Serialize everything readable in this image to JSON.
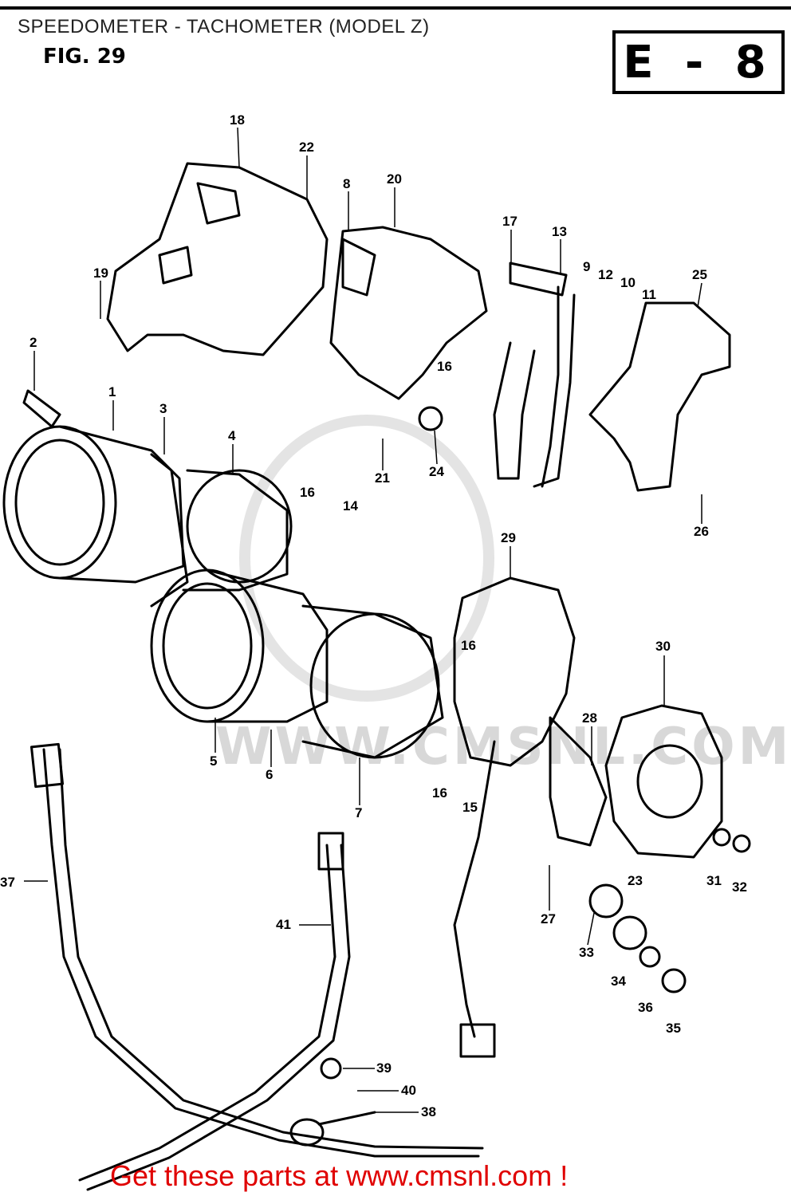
{
  "header": {
    "title": "SPEEDOMETER - TACHOMETER (MODEL Z)",
    "fig_label": "FIG. 29",
    "section_code": "E - 8"
  },
  "watermark": "WWW.CMSNL.COM",
  "footer": {
    "cta": "Get these parts at www.cmsnl.com !"
  },
  "parts": [
    {
      "id": "18"
    },
    {
      "id": "22"
    },
    {
      "id": "8"
    },
    {
      "id": "20"
    },
    {
      "id": "17"
    },
    {
      "id": "13"
    },
    {
      "id": "9"
    },
    {
      "id": "12"
    },
    {
      "id": "10"
    },
    {
      "id": "11"
    },
    {
      "id": "25"
    },
    {
      "id": "19"
    },
    {
      "id": "2"
    },
    {
      "id": "1"
    },
    {
      "id": "3"
    },
    {
      "id": "4"
    },
    {
      "id": "16"
    },
    {
      "id": "14"
    },
    {
      "id": "21"
    },
    {
      "id": "24"
    },
    {
      "id": "26"
    },
    {
      "id": "29"
    },
    {
      "id": "30"
    },
    {
      "id": "28"
    },
    {
      "id": "5"
    },
    {
      "id": "6"
    },
    {
      "id": "7"
    },
    {
      "id": "15"
    },
    {
      "id": "23"
    },
    {
      "id": "31"
    },
    {
      "id": "32"
    },
    {
      "id": "27"
    },
    {
      "id": "33"
    },
    {
      "id": "34"
    },
    {
      "id": "36"
    },
    {
      "id": "35"
    },
    {
      "id": "37"
    },
    {
      "id": "41"
    },
    {
      "id": "39"
    },
    {
      "id": "40"
    },
    {
      "id": "38"
    }
  ]
}
